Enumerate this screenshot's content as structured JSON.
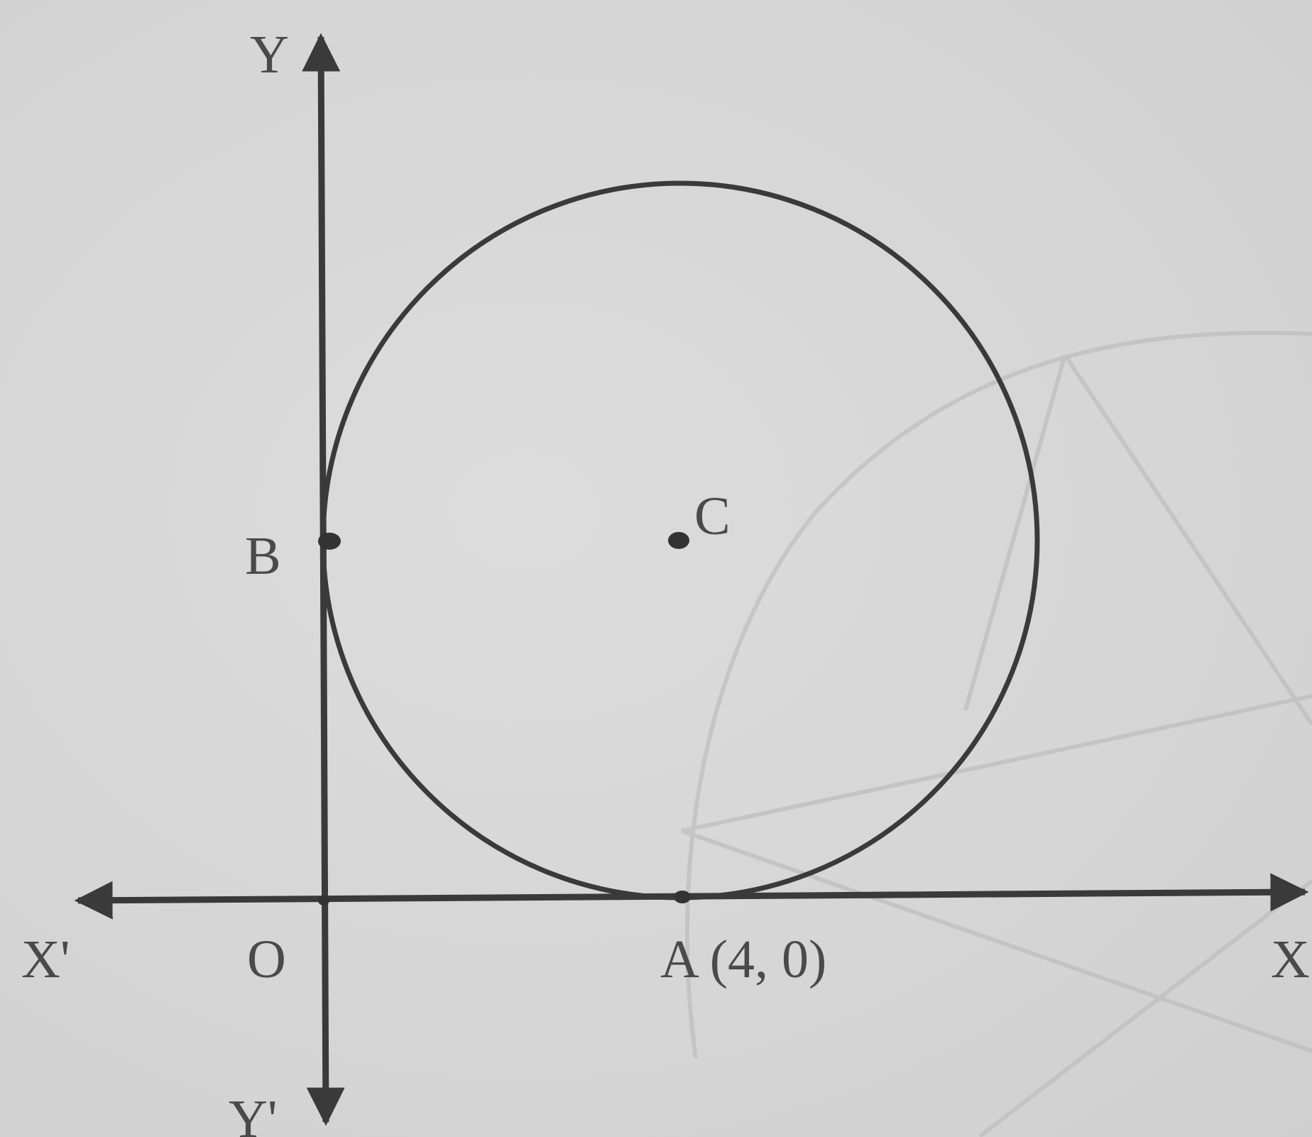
{
  "diagram": {
    "axes": {
      "x_positive_label": "X",
      "x_negative_label": "X'",
      "y_positive_label": "Y",
      "y_negative_label": "Y'",
      "origin_label": "O"
    },
    "circle": {
      "center_label": "C",
      "tangent_point_x_axis": {
        "label": "A (4, 0)",
        "x": 4,
        "y": 0
      },
      "tangent_point_y_axis": {
        "label": "B"
      }
    }
  },
  "colors": {
    "ink": "#3a3a3a",
    "faint_ink": "#bdbdbd",
    "paper": "#d9d9d9"
  }
}
